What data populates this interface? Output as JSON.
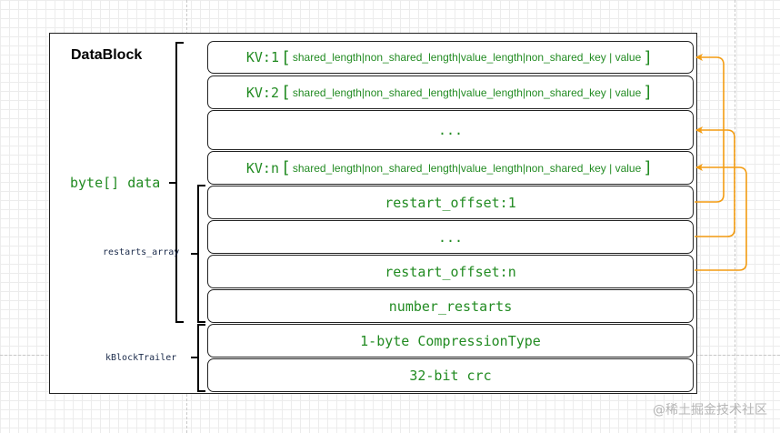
{
  "title": "DataBlock",
  "kv_body": "shared_length|non_shared_length|value_length|non_shared_key | value",
  "rows": {
    "kv1": "KV:1",
    "kv2": "KV:2",
    "ellipsis1": "...",
    "kvn": "KV:n",
    "restart1": "restart_offset:1",
    "ellipsis2": "...",
    "restartn": "restart_offset:n",
    "number_restarts": "number_restarts",
    "compression": "1-byte CompressionType",
    "crc": "32-bit crc"
  },
  "brackets": {
    "data": "byte[] data",
    "restarts": "restarts_array",
    "trailer": "kBlockTrailer"
  },
  "watermark": "@稀土掘金技术社区",
  "colors": {
    "text_green": "#228B22",
    "arrow_orange": "#F39C12",
    "label_navy": "#1a2a4a",
    "border": "#222222"
  }
}
